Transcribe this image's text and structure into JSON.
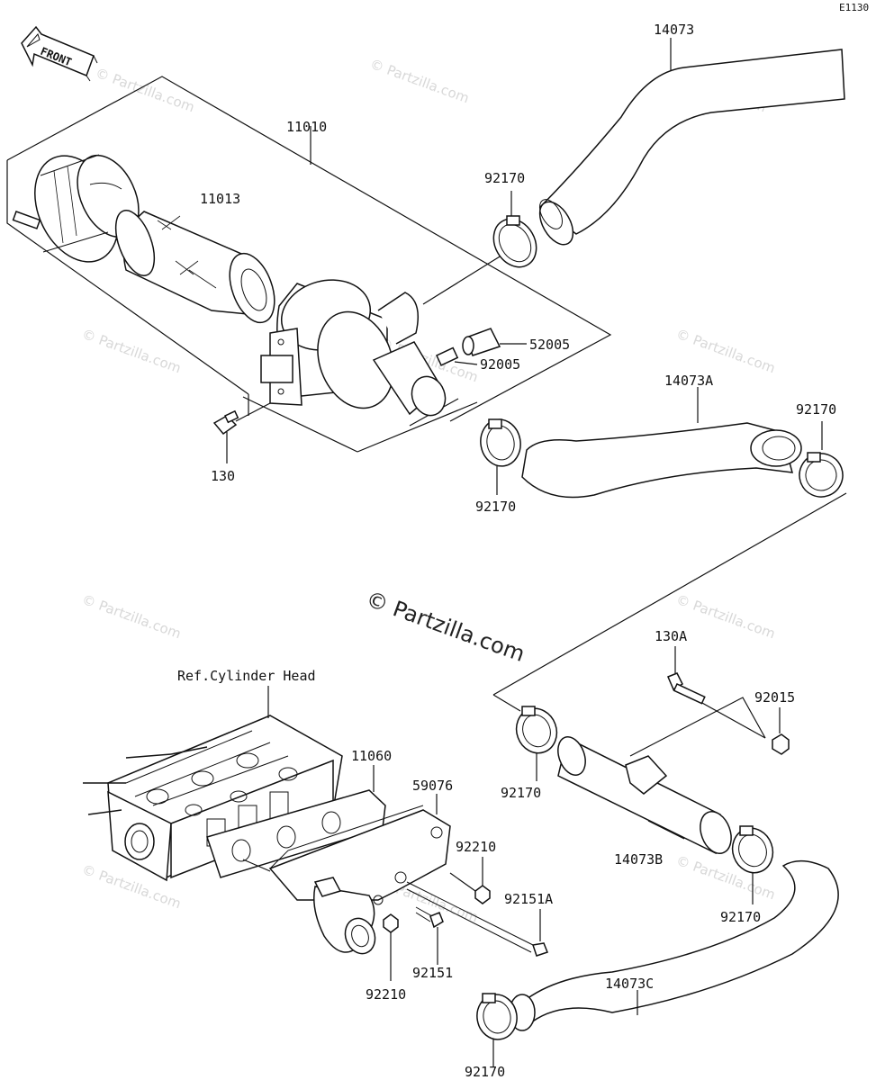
{
  "diagram_code": "E1130",
  "front_label": "FRONT",
  "watermark": {
    "text": "© Partzilla.com",
    "main": "© Partzilla.com"
  },
  "reference": "Ref.Cylinder Head",
  "parts": {
    "p14073": "14073",
    "p11010": "11010",
    "p11013": "11013",
    "p92170_top": "92170",
    "p52005": "52005",
    "p92005": "92005",
    "p130": "130",
    "p14073A": "14073A",
    "p92170_right": "92170",
    "p92170_mid": "92170",
    "p130A": "130A",
    "p92015": "92015",
    "p11060": "11060",
    "p59076": "59076",
    "p92210_a": "92210",
    "p92170_low": "92170",
    "p14073B": "14073B",
    "p92151A": "92151A",
    "p92170_br": "92170",
    "p92151": "92151",
    "p92210_b": "92210",
    "p14073C": "14073C",
    "p92170_bottom": "92170"
  }
}
